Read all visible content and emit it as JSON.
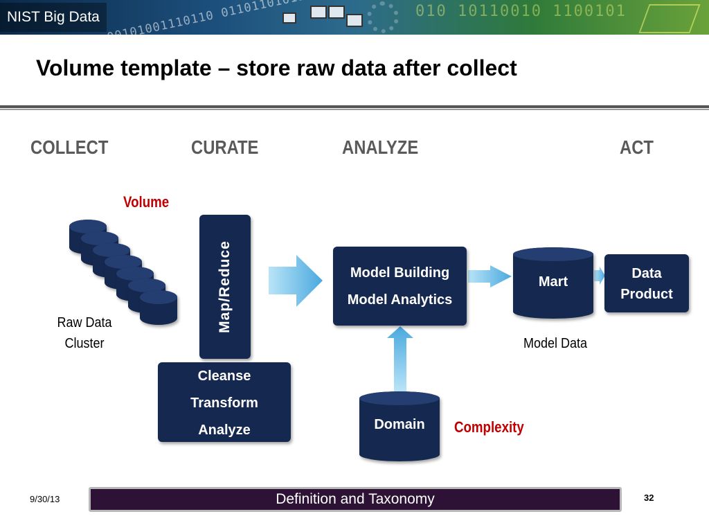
{
  "banner": {
    "logo_text": "NIST Big Data",
    "bits_text": "00101001110110 01101101011101 1110011010",
    "bits_text2": "010 10110010 1100101"
  },
  "slide": {
    "title": "Volume template – store raw data after collect"
  },
  "stages": [
    "COLLECT",
    "CURATE",
    "ANALYZE",
    "ACT"
  ],
  "annotations": {
    "volume": "Volume",
    "complexity": "Complexity"
  },
  "nodes": {
    "raw_data_cluster": {
      "line1": "Raw Data",
      "line2": "Cluster"
    },
    "map_reduce": "Map/Reduce",
    "cleanse_box": {
      "line1": "Cleanse",
      "line2": "Transform",
      "line3": "Analyze"
    },
    "model_box": {
      "line1": "Model Building",
      "line2": "Model Analytics"
    },
    "mart": "Mart",
    "model_data": "Model Data",
    "data_product": {
      "line1": "Data",
      "line2": "Product"
    },
    "domain": "Domain"
  },
  "footer": {
    "date": "9/30/13",
    "center": "Definition and Taxonomy",
    "page": "32"
  },
  "colors": {
    "box_fill": "#15284f",
    "arrow_fill": "#6cc2ee",
    "accent_red": "#c00000",
    "stage_gray": "#5a5a5a",
    "footer_bar": "#2d1236"
  }
}
